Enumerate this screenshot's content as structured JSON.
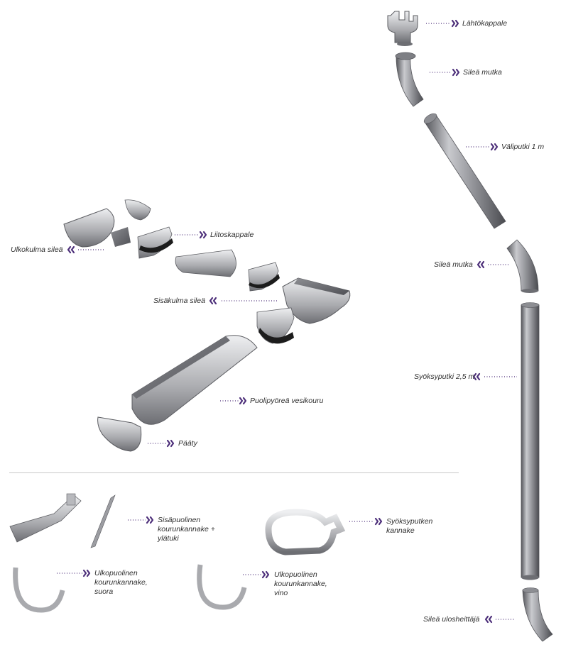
{
  "colors": {
    "metal_light": "#e9eaec",
    "metal_mid": "#b8b9bd",
    "metal_dark": "#6d6e73",
    "rubber": "#1c1c1c",
    "accent_chevron": "#4d2f7a",
    "leader_dots": "#4d2f7a",
    "divider": "#c9c9c9"
  },
  "labels": {
    "lahtokappale": "Lähtökappale",
    "silea_mutka_top": "Sileä mutka",
    "valiputki": "Väliputki 1 m",
    "silea_mutka_mid": "Sileä mutka",
    "syoksyputki": "Syöksyputki 2,5 m",
    "silea_ulosheittaja": "Sileä ulosheittäjä",
    "ulkokulma": "Ulkokulma sileä",
    "liitoskappale": "Liitoskappale",
    "sisakulma": "Sisäkulma sileä",
    "vesikouru": "Puolipyöreä vesikouru",
    "paaty": "Pääty",
    "sisapuolinen": "Sisäpuolinen kourunkannake + ylätuki",
    "syoksyputken_kannake": "Syöksyputken kannake",
    "ulkopuolinen_suora": "Ulkopuolinen kourunkannake, suora",
    "ulkopuolinen_vino": "Ulkopuolinen kourunkannake, vino"
  },
  "icons": {
    "pointer_right": "double-chevron-right-icon",
    "pointer_left": "double-chevron-left-icon"
  }
}
